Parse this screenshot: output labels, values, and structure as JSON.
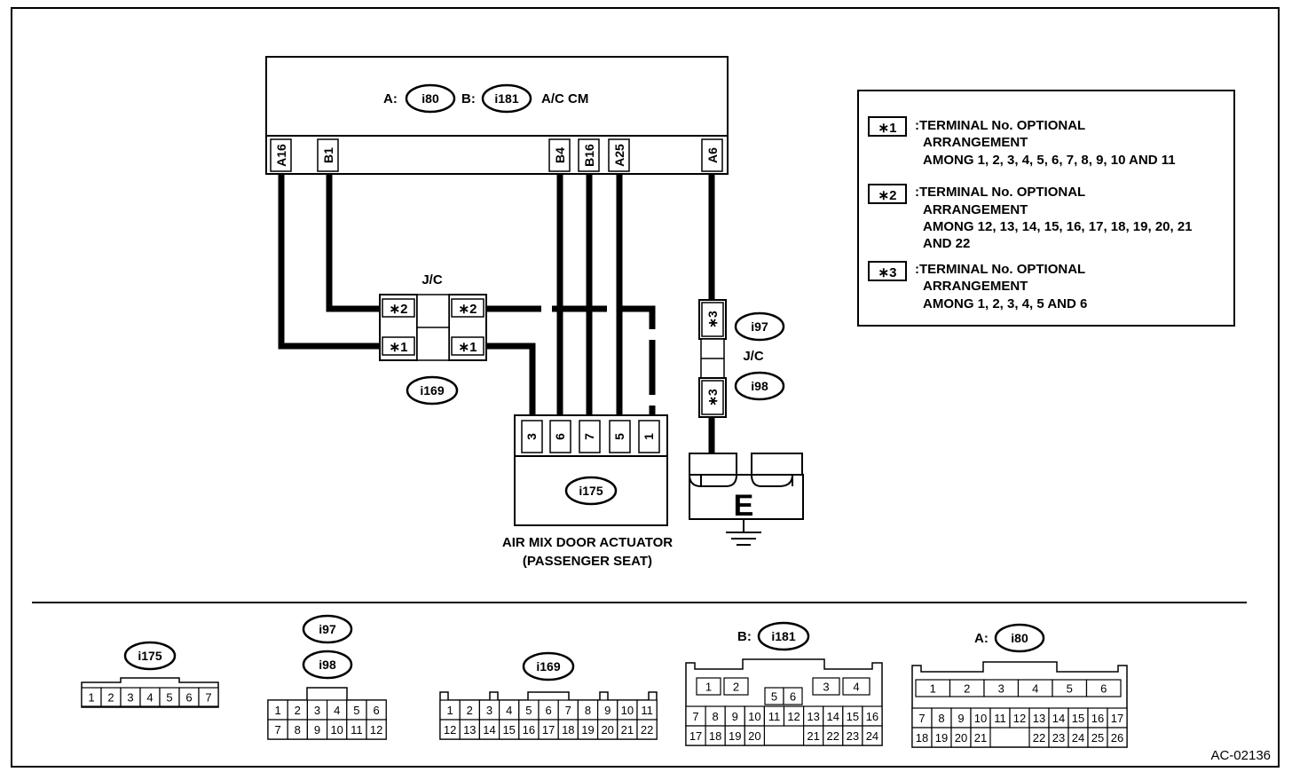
{
  "figure_id": "AC-02136",
  "acm": {
    "prefix_a": "A:",
    "conn_a": "i80",
    "prefix_b": "B:",
    "conn_b": "i181",
    "name": "A/C CM",
    "terminals": [
      "A16",
      "B1",
      "B4",
      "B16",
      "A25",
      "A6"
    ]
  },
  "jc_left": {
    "label": "J/C",
    "connector": "i169",
    "pins": [
      "∗2",
      "∗1",
      "∗2",
      "∗1"
    ]
  },
  "jc_right": {
    "label": "J/C",
    "conn_top": "i97",
    "conn_bottom": "i98",
    "pins": [
      "∗3",
      "∗3"
    ]
  },
  "actuator": {
    "connector": "i175",
    "terminals": [
      "3",
      "6",
      "7",
      "5",
      "1"
    ],
    "name_line1": "AIR MIX DOOR ACTUATOR",
    "name_line2": "(PASSENGER SEAT)"
  },
  "ground": {
    "label": "E"
  },
  "legend": [
    {
      "tag": "∗1",
      "lines": [
        ":TERMINAL No. OPTIONAL",
        "ARRANGEMENT",
        "AMONG 1, 2, 3, 4, 5, 6, 7, 8, 9, 10 AND 11"
      ]
    },
    {
      "tag": "∗2",
      "lines": [
        ":TERMINAL No. OPTIONAL",
        "ARRANGEMENT",
        "AMONG 12, 13, 14, 15, 16, 17, 18, 19, 20, 21",
        "AND 22"
      ]
    },
    {
      "tag": "∗3",
      "lines": [
        ":TERMINAL No. OPTIONAL",
        "ARRANGEMENT",
        "AMONG 1, 2, 3, 4, 5 AND 6"
      ]
    }
  ],
  "connector_views": {
    "i175": {
      "label": "i175",
      "row1": [
        "1",
        "2",
        "3",
        "4",
        "5",
        "6",
        "7"
      ]
    },
    "i97_i98": {
      "label_top": "i97",
      "label_bottom": "i98",
      "row1": [
        "1",
        "2",
        "3",
        "4",
        "5",
        "6"
      ],
      "row2": [
        "7",
        "8",
        "9",
        "10",
        "11",
        "12"
      ]
    },
    "i169": {
      "label": "i169",
      "row1": [
        "1",
        "2",
        "3",
        "4",
        "5",
        "6",
        "7",
        "8",
        "9",
        "10",
        "11"
      ],
      "row2": [
        "12",
        "13",
        "14",
        "15",
        "16",
        "17",
        "18",
        "19",
        "20",
        "21",
        "22"
      ]
    },
    "i181": {
      "prefix": "B:",
      "label": "i181",
      "top": [
        "1",
        "2",
        "5",
        "6",
        "3",
        "4"
      ],
      "row2": [
        "7",
        "8",
        "9",
        "10",
        "11",
        "12",
        "13",
        "14",
        "15",
        "16"
      ],
      "row3": [
        "17",
        "18",
        "19",
        "20",
        "21",
        "22",
        "23",
        "24"
      ]
    },
    "i80": {
      "prefix": "A:",
      "label": "i80",
      "top": [
        "1",
        "2",
        "3",
        "4",
        "5",
        "6"
      ],
      "row2": [
        "7",
        "8",
        "9",
        "10",
        "11",
        "12",
        "13",
        "14",
        "15",
        "16",
        "17"
      ],
      "row3": [
        "18",
        "19",
        "20",
        "21",
        "22",
        "23",
        "24",
        "25",
        "26"
      ]
    }
  }
}
